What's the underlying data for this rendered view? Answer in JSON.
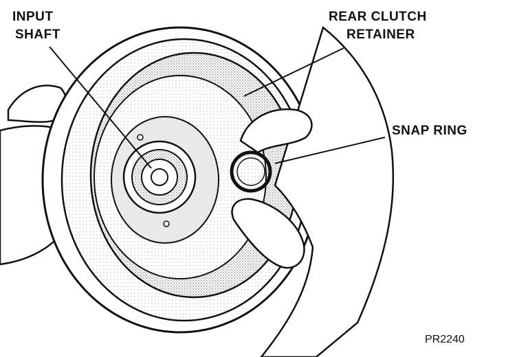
{
  "labels": {
    "input_shaft_line1": "INPUT",
    "input_shaft_line2": "SHAFT",
    "rear_clutch_line1": "REAR CLUTCH",
    "rear_clutch_line2": "RETAINER",
    "snap_ring": "SNAP RING"
  },
  "figure_number": "PR2240",
  "colors": {
    "ink": "#111111",
    "shade": "#c8c8c8",
    "light_shade": "#e2e2e2",
    "paper": "#ffffff"
  }
}
